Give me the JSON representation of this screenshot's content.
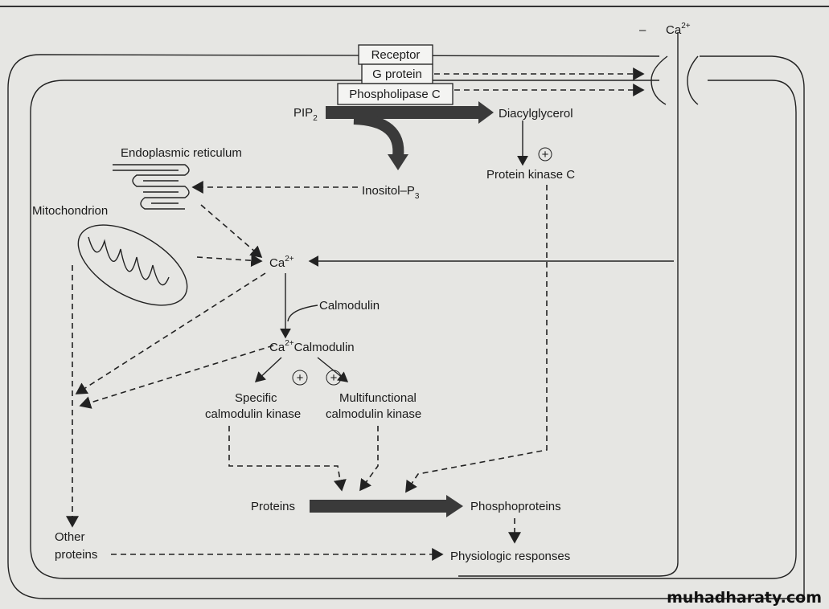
{
  "membrane": {
    "receptor": "Receptor",
    "g_protein": "G protein",
    "phospholipase_c": "Phospholipase C"
  },
  "labels": {
    "ca_extracellular": "Ca",
    "pip2": "PIP",
    "pip2_sub": "2",
    "diacylglycerol": "Diacylglycerol",
    "protein_kinase_c": "Protein kinase C",
    "inositol_p3": "Inositol–P",
    "inositol_sub": "3",
    "endoplasmic_reticulum": "Endoplasmic reticulum",
    "mitochondrion": "Mitochondrion",
    "ca": "Ca",
    "ca_sup": "2+",
    "calmodulin": "Calmodulin",
    "ca_calmodulin": "Calmodulin",
    "specific_kinase_1": "Specific",
    "specific_kinase_2": "calmodulin kinase",
    "multi_kinase_1": "Multifunctional",
    "multi_kinase_2": "calmodulin kinase",
    "proteins": "Proteins",
    "phosphoproteins": "Phosphoproteins",
    "other_proteins_1": "Other",
    "other_proteins_2": "proteins",
    "physiologic_responses": "Physiologic responses",
    "plus": "+"
  },
  "watermark": "muhadharaty.com"
}
